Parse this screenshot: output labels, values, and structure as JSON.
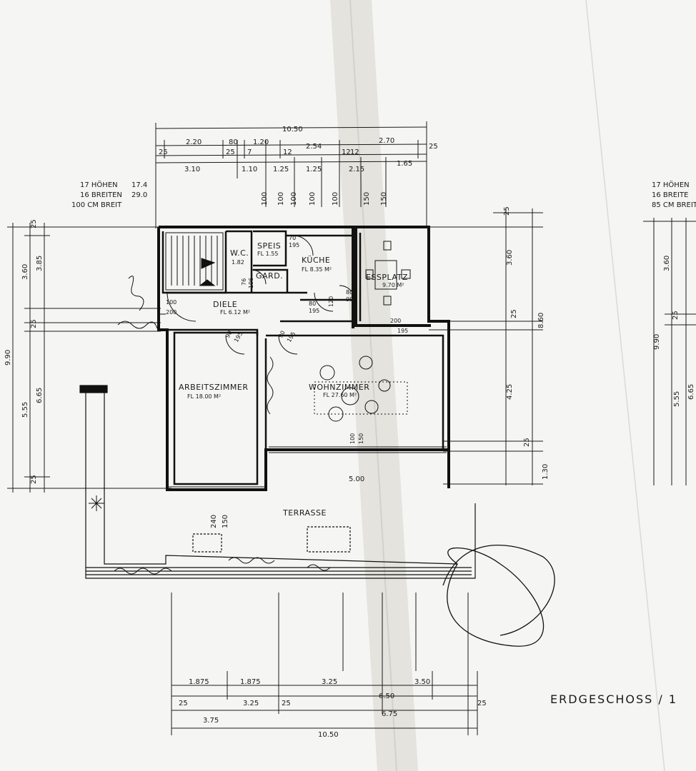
{
  "title": "ERDGESCHOSS / 1",
  "terrace_label": "TERRASSE",
  "stair_left": {
    "line1": "17 HÖHEN",
    "line2": "16 BREITEN",
    "line3": "100 CM BREIT",
    "v1": "17.4",
    "v2": "29.0"
  },
  "stair_right": {
    "line1": "17 HÖHEN",
    "line2": "16 BREITE",
    "line3": "85 CM BREIT"
  },
  "rooms": [
    {
      "id": "speis",
      "name": "SPEIS",
      "area": "FL 1.55"
    },
    {
      "id": "wc",
      "name": "W.C.",
      "area": "1.82"
    },
    {
      "id": "kueche",
      "name": "KÜCHE",
      "area": "FL 8.35 M²"
    },
    {
      "id": "essplatz",
      "name": "ESSPLATZ",
      "area": "9.70 M²"
    },
    {
      "id": "gard",
      "name": "GARD.",
      "area": ""
    },
    {
      "id": "diele",
      "name": "DIELE",
      "area": "FL 6.12 M²"
    },
    {
      "id": "arbeitszimmer",
      "name": "ARBEITSZIMMER",
      "area": "FL 18.00 M²"
    },
    {
      "id": "wohnzimmer",
      "name": "WOHNZIMMER",
      "area": "FL 27.60 M²"
    }
  ],
  "dims_top": {
    "overall": "10.50",
    "row1": [
      "2.20",
      "80",
      "1.20",
      "2.54",
      "2.70"
    ],
    "row2": [
      "25",
      "25",
      "7",
      "12",
      "12",
      "12",
      "25"
    ],
    "row3": [
      "3.10",
      "1.10",
      "1.25",
      "1.25",
      "2.15",
      "1.65"
    ],
    "openings": [
      "100",
      "100",
      "100",
      "100",
      "100",
      "150",
      "150"
    ]
  },
  "dims_left": [
    "25",
    "3.60",
    "3.85",
    "25",
    "9.90",
    "5.55",
    "6.65",
    "25"
  ],
  "dims_right": [
    "25",
    "3.60",
    "25",
    "8.60",
    "4.25",
    "25",
    "1.30"
  ],
  "dims_far_right": [
    "9.90",
    "3.60",
    "25",
    "6.65",
    "5.55"
  ],
  "dims_bottom": {
    "row1": [
      "1.875",
      "1.875",
      "3.25",
      "3.50"
    ],
    "row2": [
      "25",
      "3.25",
      "25",
      "6.50",
      "25"
    ],
    "row3": [
      "3.75",
      "6.75"
    ],
    "overall": "10.50",
    "terrace_width": "5.00"
  },
  "door_dims": [
    "70",
    "195",
    "100",
    "200",
    "90",
    "195",
    "90",
    "195",
    "80",
    "195",
    "200",
    "195",
    "120",
    "80",
    "90",
    "240",
    "150",
    "100",
    "150",
    "76",
    "196"
  ]
}
